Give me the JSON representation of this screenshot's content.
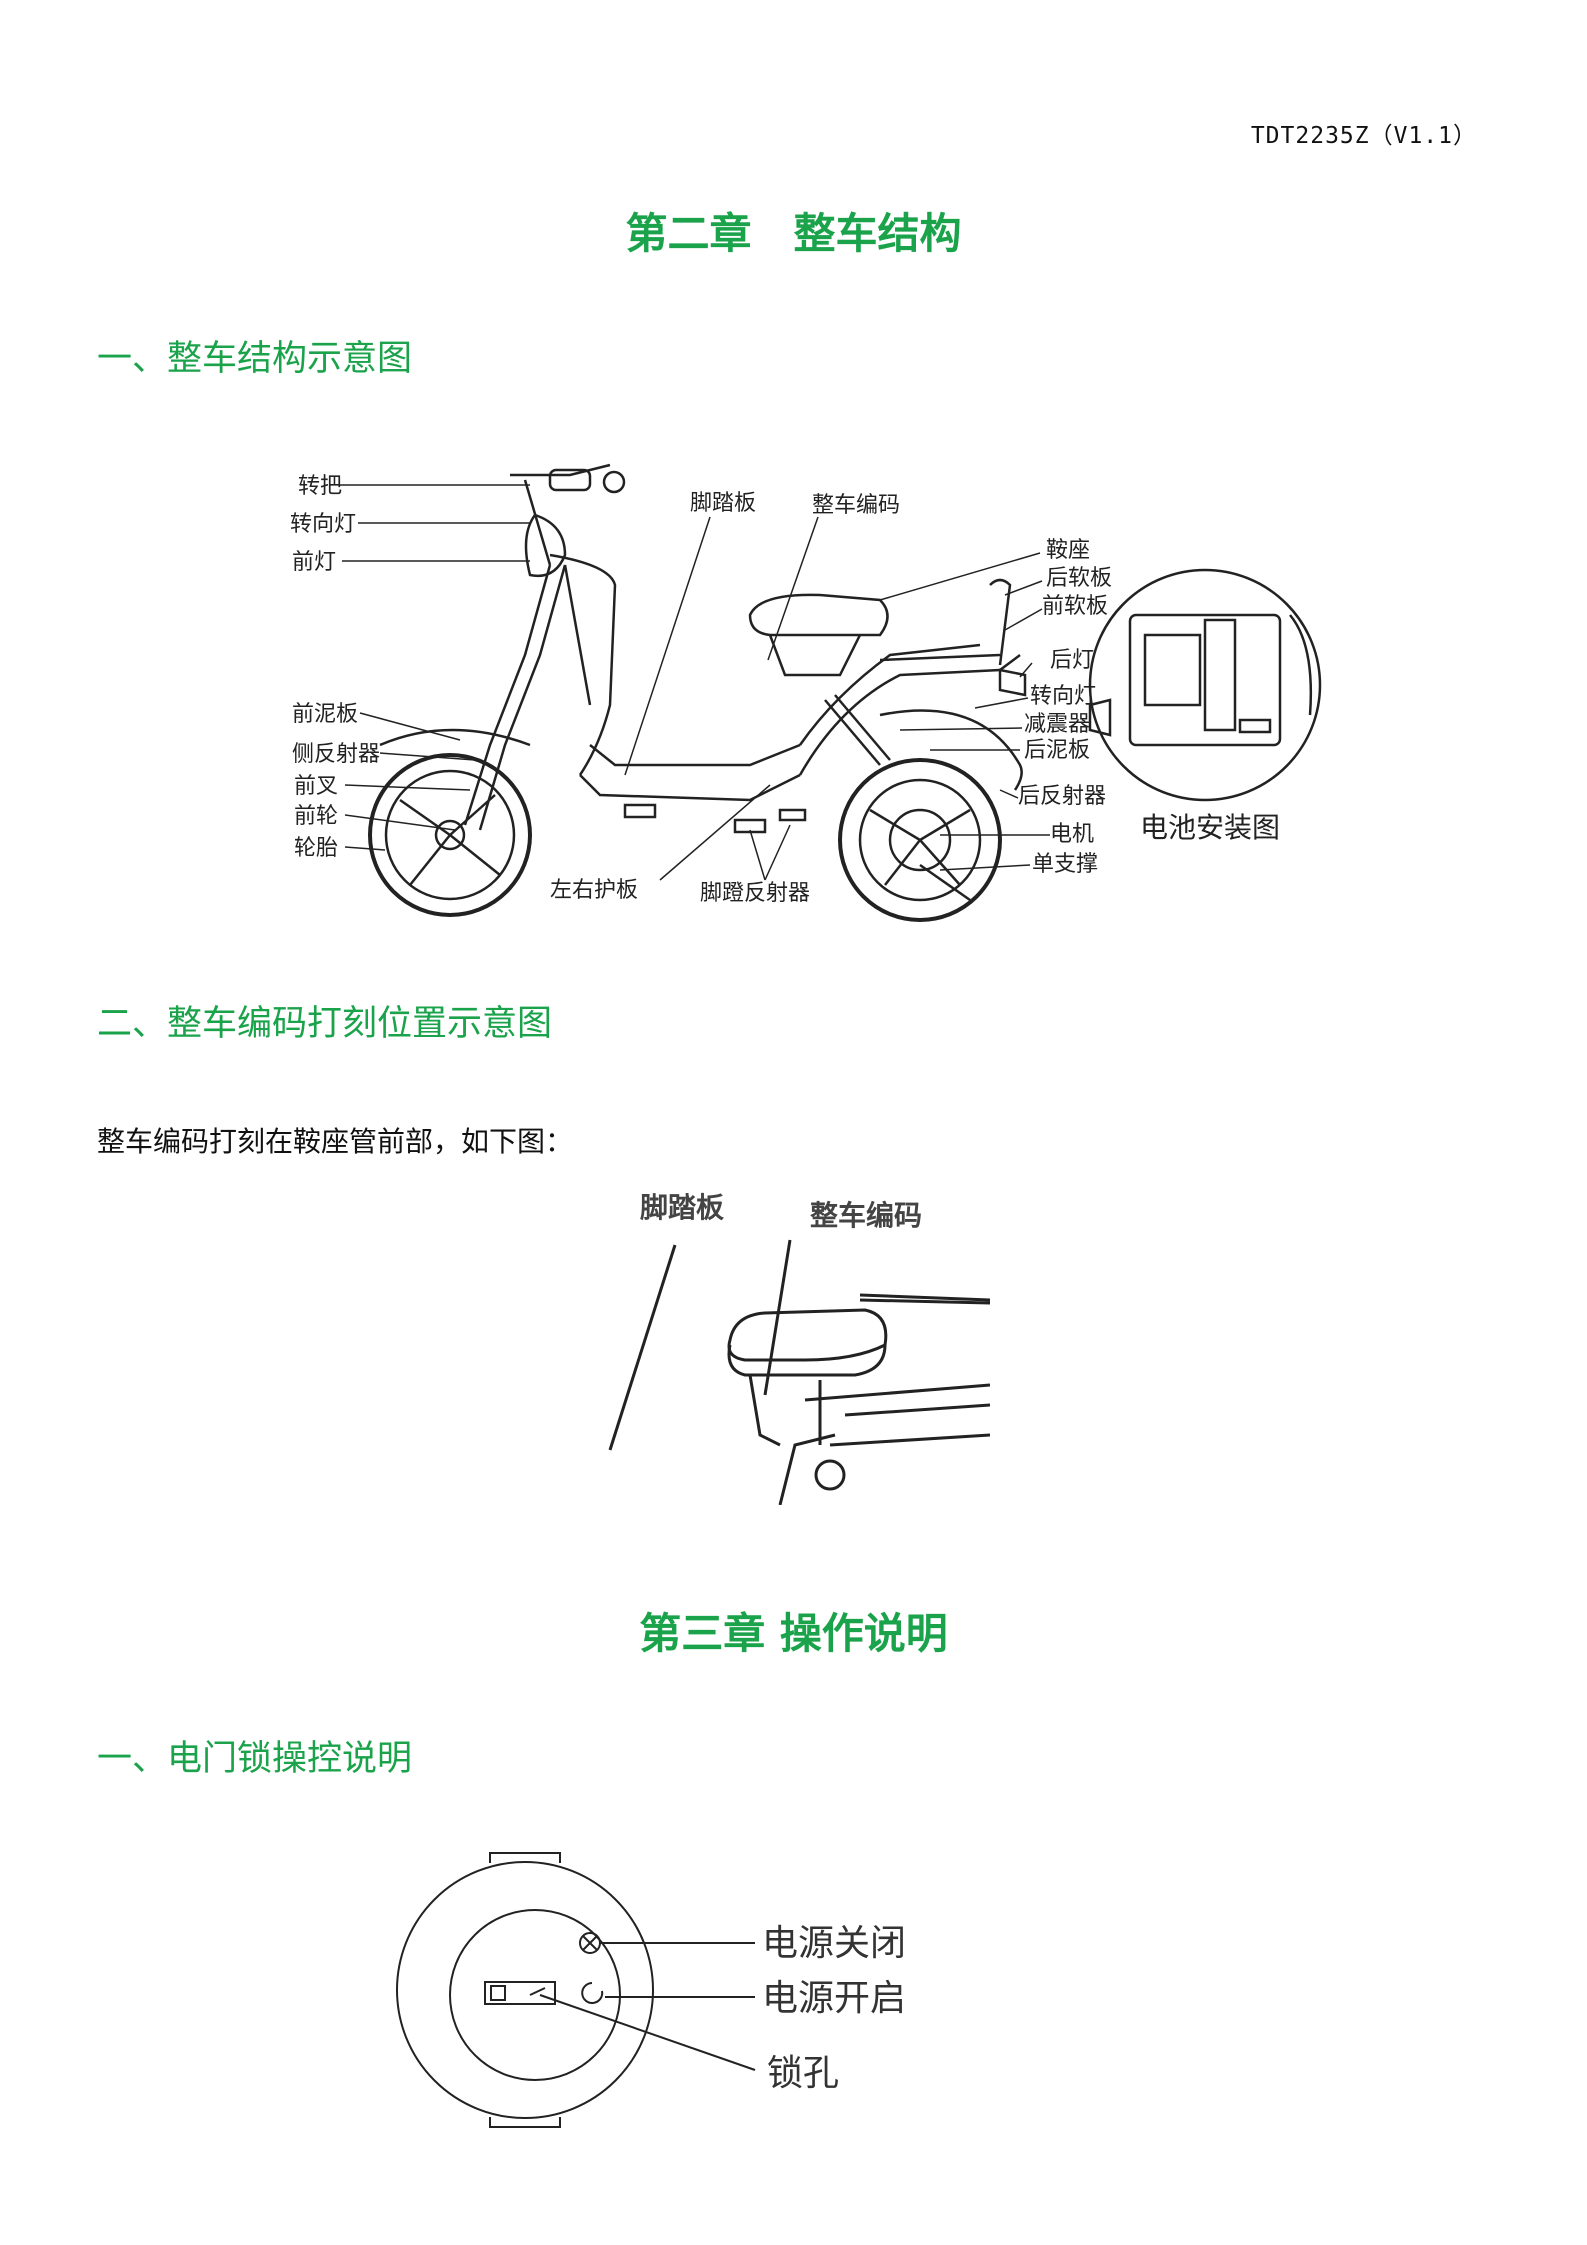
{
  "doc_id": "TDT2235Z（V1.1）",
  "chapter2": {
    "title": "第二章　整车结构",
    "section1": "一、整车结构示意图",
    "section2": "二、整车编码打刻位置示意图",
    "body": "整车编码打刻在鞍座管前部，如下图：",
    "labels": {
      "handle": "转把",
      "turn_signal_front": "转向灯",
      "headlight": "前灯",
      "front_fender": "前泥板",
      "side_reflector": "侧反射器",
      "front_fork": "前叉",
      "front_wheel": "前轮",
      "tire": "轮胎",
      "footboard": "脚踏板",
      "vin": "整车编码",
      "side_guard": "左右护板",
      "pedal_reflector": "脚蹬反射器",
      "saddle": "鞍座",
      "rear_soft_panel": "后软板",
      "front_soft_panel": "前软板",
      "tail_light": "后灯",
      "turn_signal_rear": "转向灯",
      "shock_absorber": "减震器",
      "rear_fender": "后泥板",
      "rear_reflector": "后反射器",
      "motor": "电机",
      "kickstand": "单支撑",
      "battery_install": "电池安装图"
    }
  },
  "chapter3": {
    "title": "第三章 操作说明",
    "section1": "一、电门锁操控说明",
    "lock_labels": {
      "power_off": "电源关闭",
      "power_on": "电源开启",
      "keyhole": "锁孔"
    }
  },
  "colors": {
    "heading": "#1aa34a",
    "text": "#111111"
  }
}
